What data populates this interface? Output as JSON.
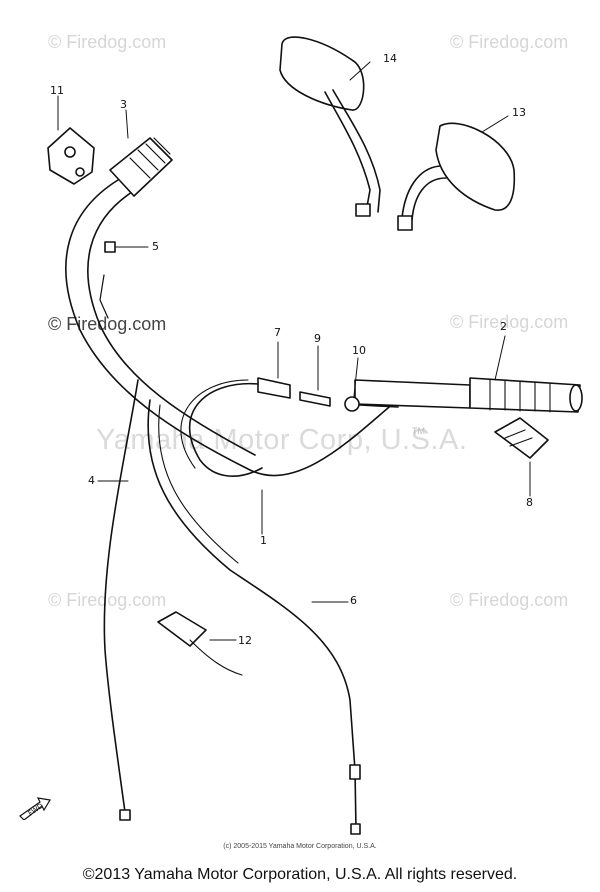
{
  "watermarks": {
    "site": "© Firedog.com",
    "brand": "Yamaha Motor Corp, U.S.A.",
    "tm": "TM"
  },
  "callouts": {
    "c1": "1",
    "c2": "2",
    "c3": "3",
    "c4": "4",
    "c5": "5",
    "c6": "6",
    "c7": "7",
    "c8": "8",
    "c9": "9",
    "c10": "10",
    "c11": "11",
    "c12": "12",
    "c13": "13",
    "c14": "14"
  },
  "fwd_label": "FWD",
  "small_copyright": "(c) 2005-2015 Yamaha Motor Corporation, U.S.A.",
  "footer_copyright": "©2013 Yamaha Motor Corporation, U.S.A. All rights reserved."
}
